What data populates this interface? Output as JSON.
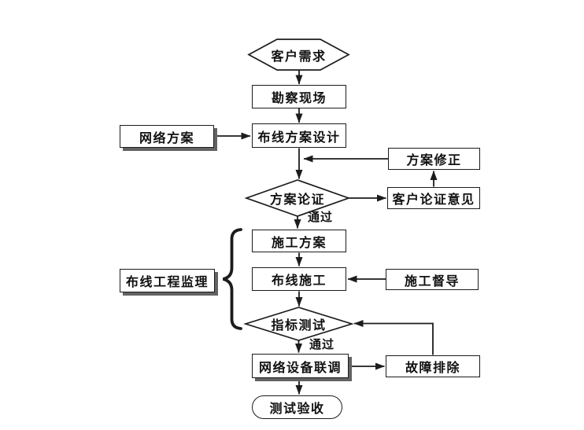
{
  "colors": {
    "line": "#1c1c1c",
    "fill": "#ffffff",
    "shadow": "#636363",
    "background": "#ffffff",
    "text": "#111111"
  },
  "nodes": {
    "customer_demand": {
      "label": "客户需求",
      "shape": "hexagon"
    },
    "site_survey": {
      "label": "勘察现场",
      "shape": "process"
    },
    "cabling_design": {
      "label": "布线方案设计",
      "shape": "process"
    },
    "network_plan": {
      "label": "网络方案",
      "shape": "process-shadow"
    },
    "plan_revision": {
      "label": "方案修正",
      "shape": "process"
    },
    "plan_review": {
      "label": "方案论证",
      "shape": "decision"
    },
    "customer_review_opinion": {
      "label": "客户论证意见",
      "shape": "process"
    },
    "construction_plan": {
      "label": "施工方案",
      "shape": "process"
    },
    "cabling_construction": {
      "label": "布线施工",
      "shape": "process"
    },
    "construction_supervision": {
      "label": "施工督导",
      "shape": "process"
    },
    "index_test": {
      "label": "指标测试",
      "shape": "decision"
    },
    "network_equipment_debugging": {
      "label": "网络设备联调",
      "shape": "process-shadow"
    },
    "troubleshooting": {
      "label": "故障排除",
      "shape": "process"
    },
    "test_acceptance": {
      "label": "测试验收",
      "shape": "terminator"
    },
    "cabling_project_supervision": {
      "label": "布线工程监理",
      "shape": "process-shadow"
    }
  },
  "edge_labels": {
    "plan_review_pass": "通过",
    "index_test_pass": "通过"
  }
}
